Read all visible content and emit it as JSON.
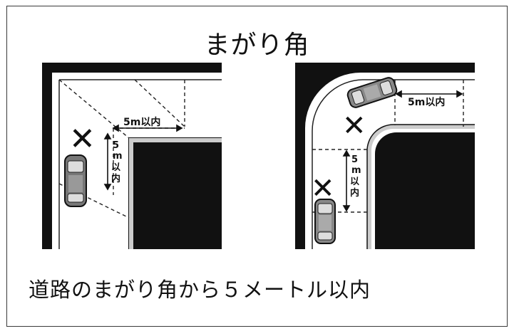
{
  "title": "まがり角",
  "caption": "道路のまがり角から５メートル以内",
  "diagrams": [
    {
      "id": "straight-corner",
      "horizontal_label": "5m以内",
      "vertical_label": [
        "5",
        "m",
        "以",
        "内"
      ],
      "prohibited_mark": "✕"
    },
    {
      "id": "rounded-corner",
      "horizontal_label": "5m以内",
      "vertical_label": [
        "5",
        "m",
        "以",
        "内"
      ],
      "prohibited_mark": "✕"
    }
  ],
  "colors": {
    "road": "#ffffff",
    "block": "#111111",
    "line": "#222222"
  }
}
